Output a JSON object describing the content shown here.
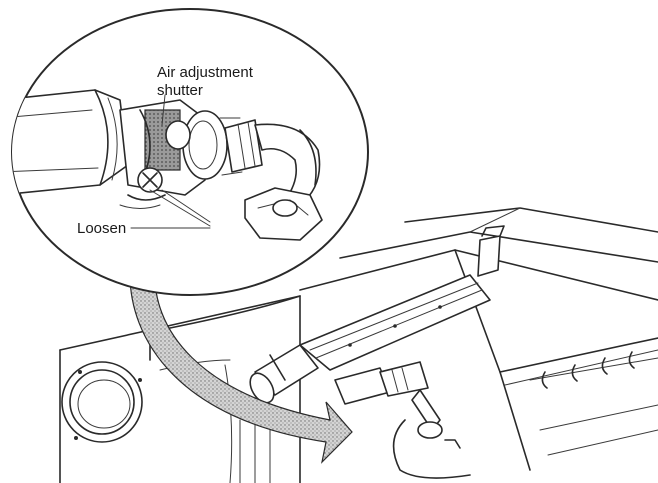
{
  "labels": {
    "air_shutter_line1": "Air adjustment",
    "air_shutter_line2": "shutter",
    "loosen": "Loosen"
  },
  "colors": {
    "ink": "#2a2a2a",
    "arrow_fill": "#b8b8b8",
    "paper": "#ffffff"
  }
}
